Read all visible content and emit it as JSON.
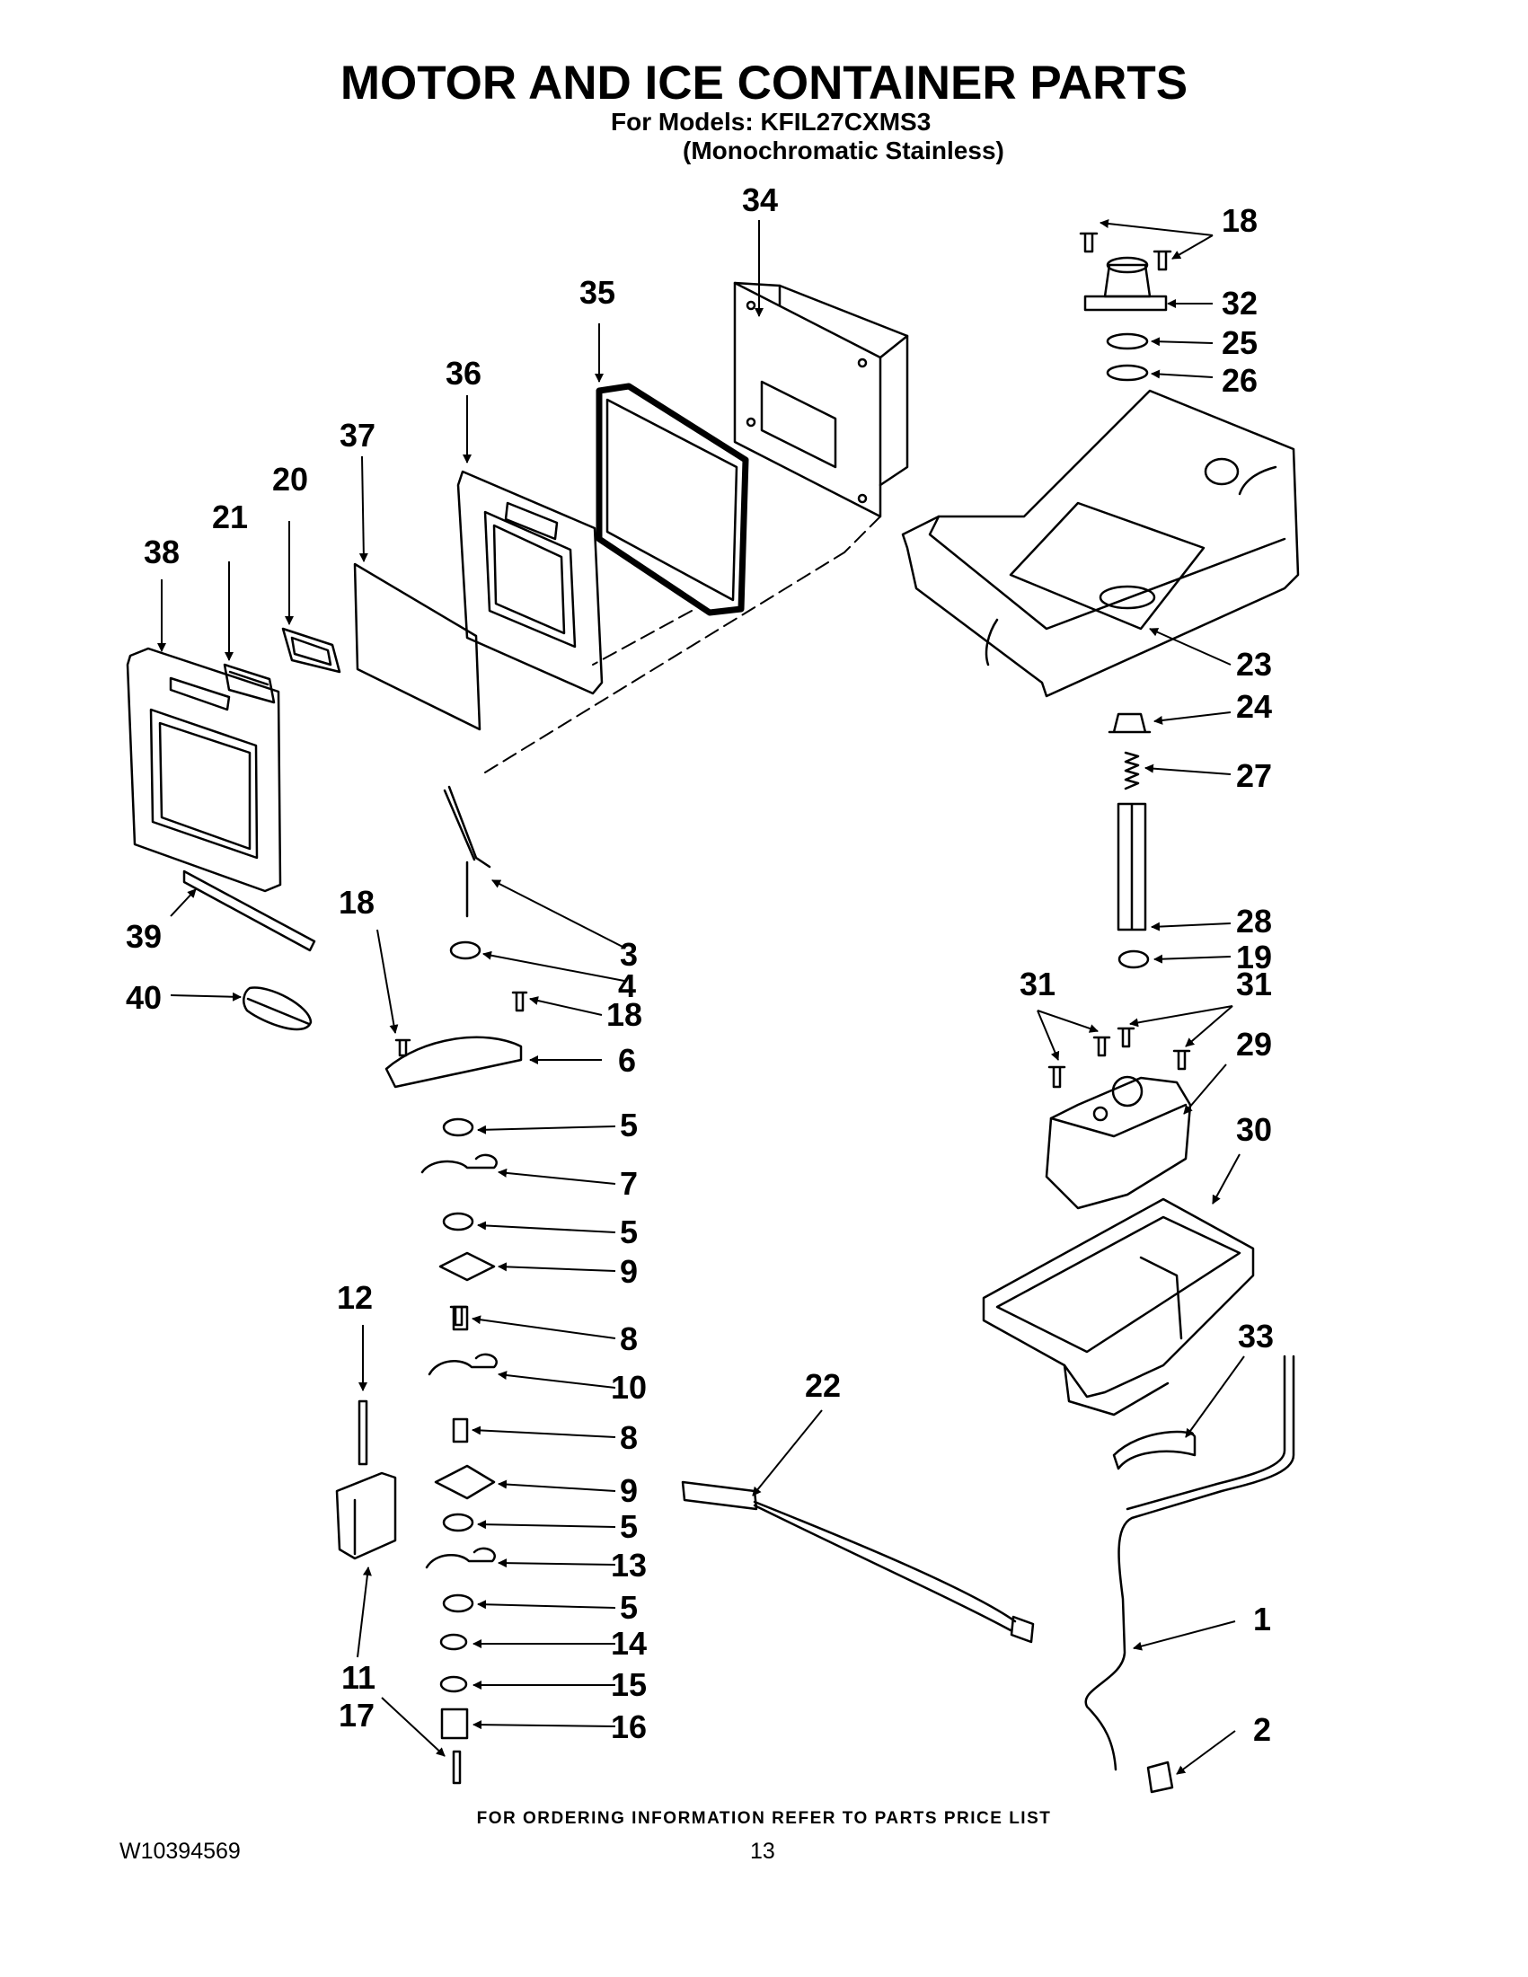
{
  "header": {
    "title": "MOTOR AND ICE CONTAINER PARTS",
    "models_line": "For Models: KFIL27CXMS3",
    "models_subline": "(Monochromatic Stainless)"
  },
  "callouts": [
    "1",
    "2",
    "3",
    "4",
    "5",
    "5",
    "5",
    "5",
    "6",
    "7",
    "8",
    "8",
    "9",
    "9",
    "10",
    "11",
    "12",
    "13",
    "14",
    "15",
    "16",
    "17",
    "18",
    "18",
    "18",
    "19",
    "20",
    "21",
    "22",
    "23",
    "24",
    "25",
    "26",
    "27",
    "28",
    "29",
    "30",
    "31",
    "31",
    "32",
    "33",
    "34",
    "35",
    "36",
    "37",
    "38",
    "39",
    "40"
  ],
  "footer": {
    "ordering_note": "FOR ORDERING INFORMATION REFER TO PARTS PRICE LIST",
    "doc_number": "W10394569",
    "page_number": "13"
  }
}
